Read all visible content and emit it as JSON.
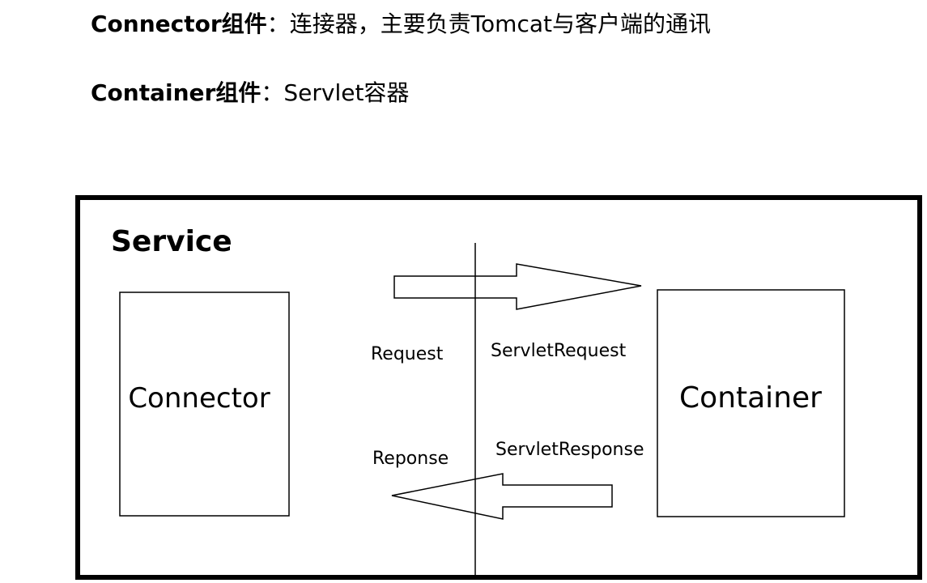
{
  "intro": [
    {
      "term": "Connector组件",
      "separator": "：",
      "description": "连接器，主要负责Tomcat与客户端的通讯"
    },
    {
      "term": "Container组件",
      "separator": "：",
      "description": "Servlet容器"
    }
  ],
  "diagram": {
    "service_label": "Service",
    "connector_label": "Connector",
    "container_label": "Container",
    "request_label": "Request",
    "servlet_request_label": "ServletRequest",
    "response_label": "Reponse",
    "servlet_response_label": "ServletResponse"
  },
  "colors": {
    "ink": "#000000",
    "background": "#ffffff"
  }
}
